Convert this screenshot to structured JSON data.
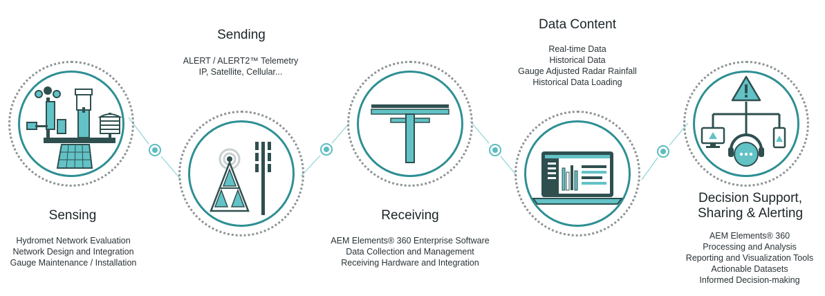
{
  "colors": {
    "accent": "#62c2c6",
    "dark": "#2f4f4f",
    "ring": "#8e9496",
    "border": "#2e8f93"
  },
  "stages": [
    {
      "id": "sensing",
      "title": "Sensing",
      "icon": "weather-station-icon",
      "lines": [
        "Hydromet Network Evaluation",
        "Network Design and Integration",
        "Gauge Maintenance / Installation"
      ]
    },
    {
      "id": "sending",
      "title": "Sending",
      "icon": "radio-tower-icon",
      "lines": [
        "ALERT / ALERT2™ Telemetry",
        "IP, Satellite, Cellular..."
      ]
    },
    {
      "id": "receiving",
      "title": "Receiving",
      "icon": "antenna-icon",
      "lines": [
        "AEM Elements® 360 Enterprise Software",
        "Data Collection and Management",
        "Receiving Hardware and Integration"
      ]
    },
    {
      "id": "data-content",
      "title": "Data Content",
      "icon": "laptop-dashboard-icon",
      "lines": [
        "Real-time Data",
        "Historical Data",
        "Gauge Adjusted Radar Rainfall",
        "Historical Data Loading"
      ]
    },
    {
      "id": "decision-support",
      "title_lines": [
        "Decision Support,",
        "Sharing & Alerting"
      ],
      "icon": "alert-network-icon",
      "lines": [
        "AEM Elements® 360",
        "Processing and Analysis",
        "Reporting and Visualization Tools",
        "Actionable Datasets",
        "Informed Decision-making"
      ]
    }
  ]
}
